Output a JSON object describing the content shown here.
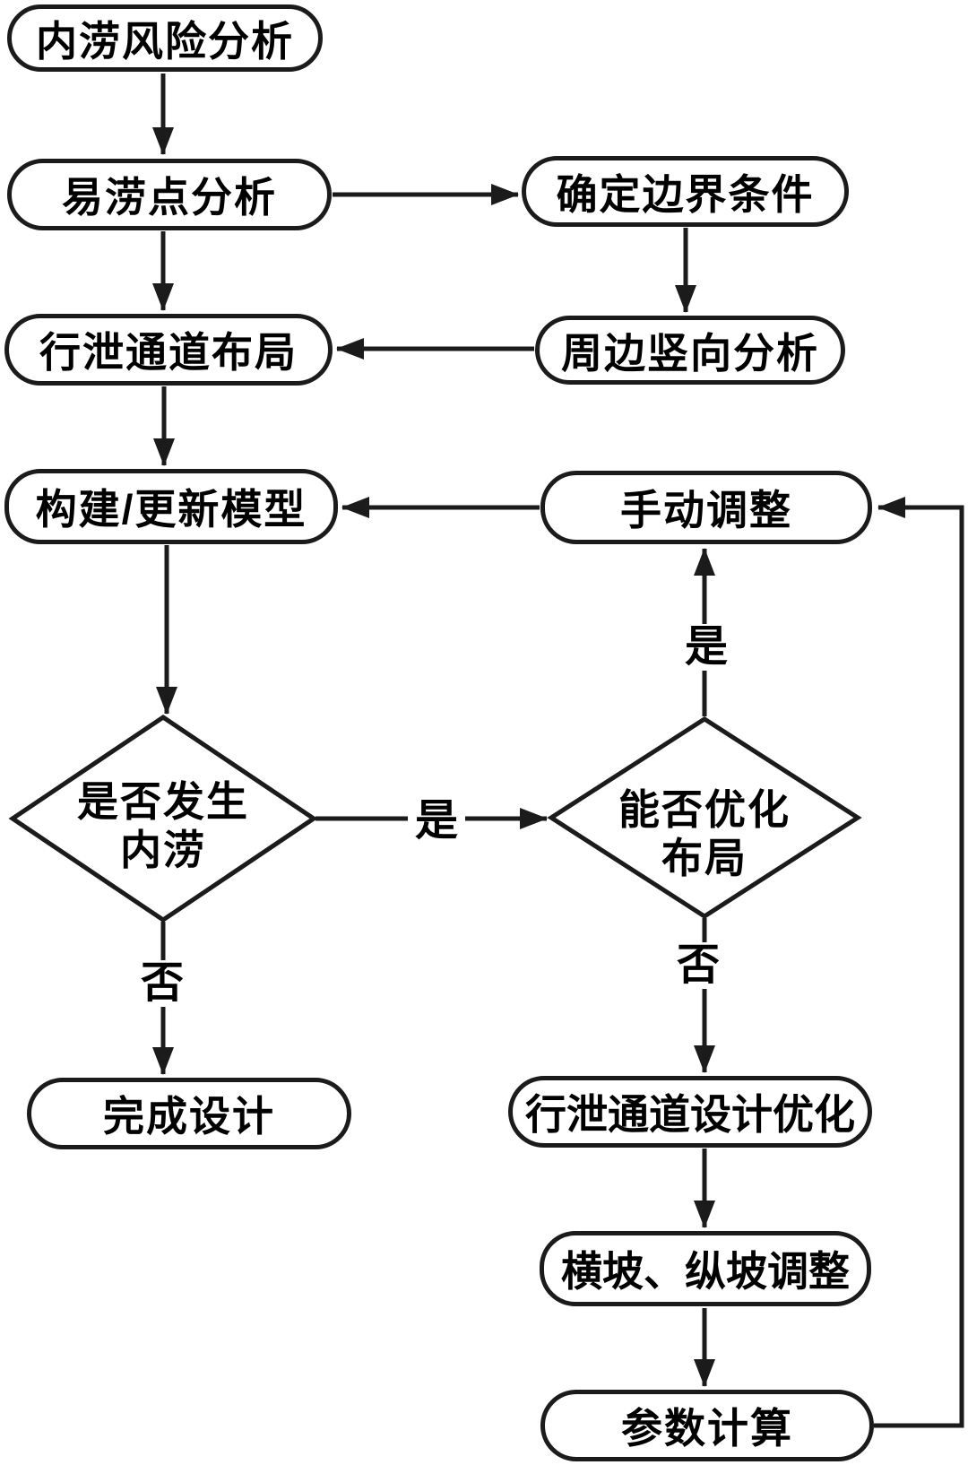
{
  "diagram": {
    "type": "flowchart",
    "colors": {
      "background": "#ffffff",
      "stroke": "#1b1b1b",
      "text": "#000000"
    },
    "nodes": {
      "risk_analysis": {
        "shape": "rounded-rect",
        "label": "内涝风险分析"
      },
      "flood_point_analysis": {
        "shape": "rounded-rect",
        "label": "易涝点分析"
      },
      "boundary_conditions": {
        "shape": "rounded-rect",
        "label": "确定边界条件"
      },
      "channel_layout": {
        "shape": "rounded-rect",
        "label": "行泄通道布局"
      },
      "vertical_analysis": {
        "shape": "rounded-rect",
        "label": "周边竖向分析"
      },
      "build_update_model": {
        "shape": "rounded-rect",
        "label": "构建/更新模型"
      },
      "manual_adjust": {
        "shape": "rounded-rect",
        "label": "手动调整"
      },
      "decision_waterlogging": {
        "shape": "diamond",
        "label": "是否发生\n内涝"
      },
      "decision_optimize_layout": {
        "shape": "diamond",
        "label": "能否优化\n布局"
      },
      "design_complete": {
        "shape": "rounded-rect",
        "label": "完成设计"
      },
      "channel_design_optimize": {
        "shape": "rounded-rect",
        "label": "行泄通道设计优化"
      },
      "slope_adjust": {
        "shape": "rounded-rect",
        "label": "横坡、纵坡调整"
      },
      "parameter_calc": {
        "shape": "rounded-rect",
        "label": "参数计算"
      }
    },
    "edge_labels": {
      "waterlogging_yes": "是",
      "waterlogging_no": "否",
      "optimize_yes": "是",
      "optimize_no": "否"
    },
    "edges": [
      {
        "from": "内涝风险分析",
        "to": "易涝点分析",
        "label": ""
      },
      {
        "from": "易涝点分析",
        "to": "确定边界条件",
        "label": ""
      },
      {
        "from": "确定边界条件",
        "to": "周边竖向分析",
        "label": ""
      },
      {
        "from": "周边竖向分析",
        "to": "行泄通道布局",
        "label": ""
      },
      {
        "from": "易涝点分析",
        "to": "行泄通道布局",
        "label": ""
      },
      {
        "from": "行泄通道布局",
        "to": "构建/更新模型",
        "label": ""
      },
      {
        "from": "构建/更新模型",
        "to": "是否发生内涝",
        "label": ""
      },
      {
        "from": "是否发生内涝",
        "to": "能否优化布局",
        "label": "是"
      },
      {
        "from": "是否发生内涝",
        "to": "完成设计",
        "label": "否"
      },
      {
        "from": "能否优化布局",
        "to": "手动调整",
        "label": "是"
      },
      {
        "from": "手动调整",
        "to": "构建/更新模型",
        "label": ""
      },
      {
        "from": "能否优化布局",
        "to": "行泄通道设计优化",
        "label": "否"
      },
      {
        "from": "行泄通道设计优化",
        "to": "横坡、纵坡调整",
        "label": ""
      },
      {
        "from": "横坡、纵坡调整",
        "to": "参数计算",
        "label": ""
      },
      {
        "from": "参数计算",
        "to": "手动调整",
        "label": ""
      }
    ]
  }
}
